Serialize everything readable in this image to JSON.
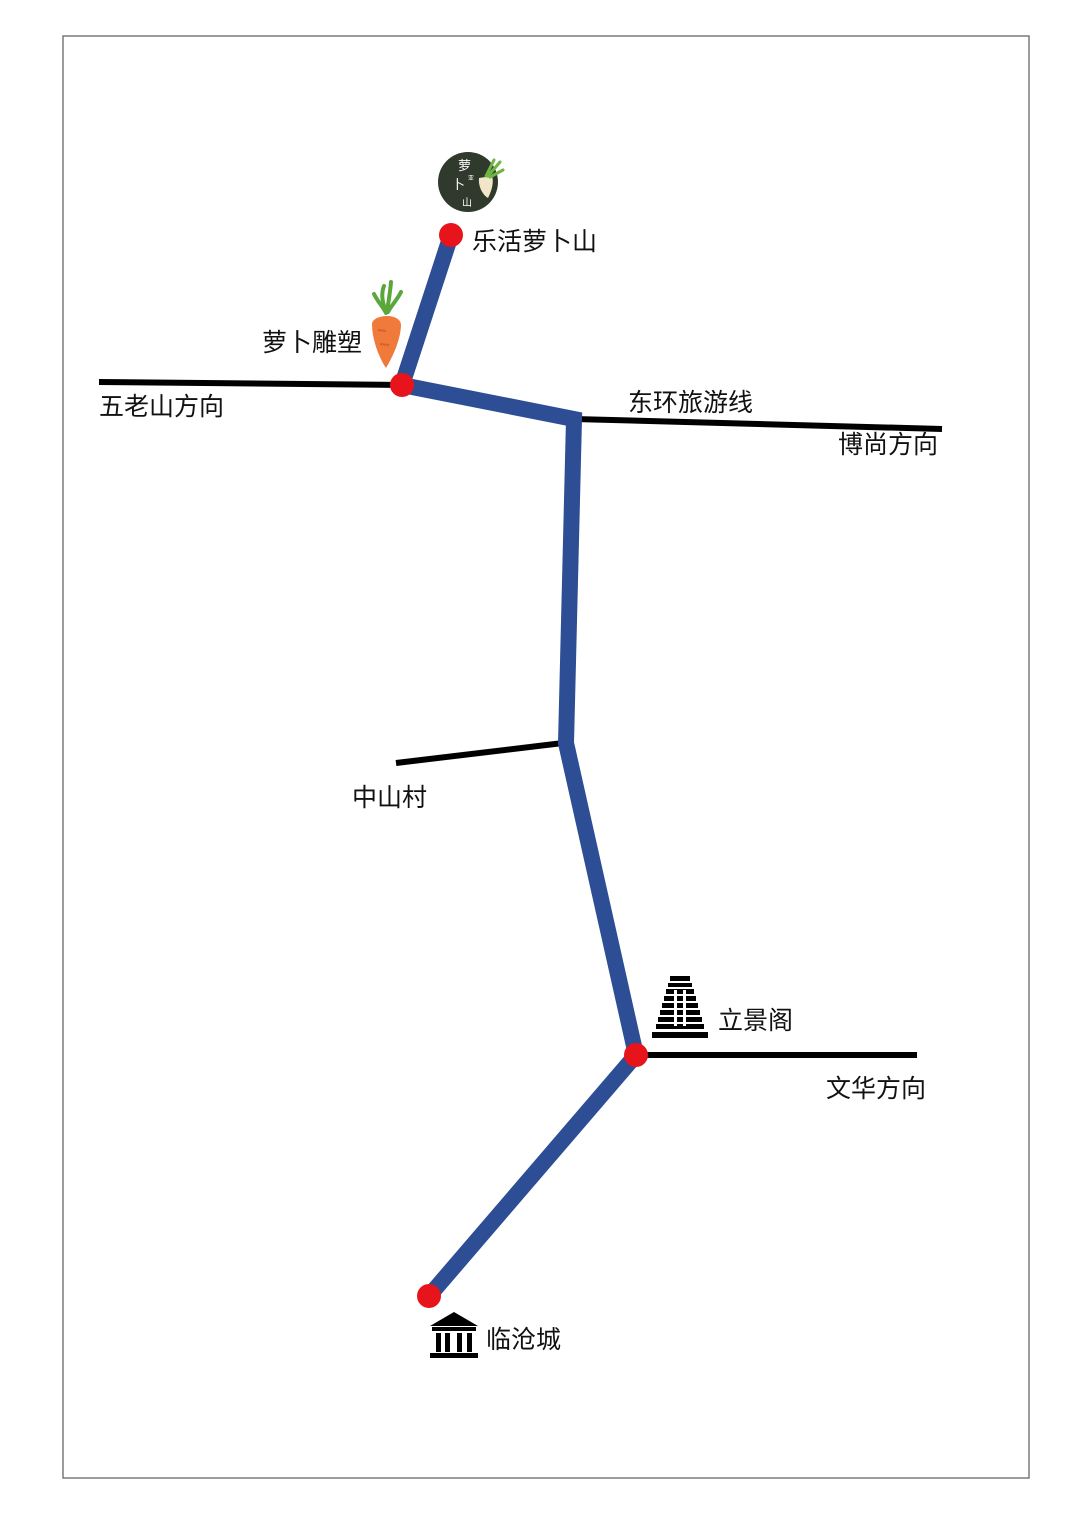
{
  "labels": {
    "lehuo_luobushan": "乐活萝卜山",
    "luobu_sculpture": "萝卜雕塑",
    "wulaoshan_direction": "五老山方向",
    "donghuan_tour_line": "东环旅游线",
    "boshang_direction": "博尚方向",
    "zhongshan_village": "中山村",
    "lijingge": "立景阁",
    "wenhua_direction": "文华方向",
    "lincang_city": "临沧城"
  },
  "logo": {
    "line1": "萝",
    "line2": "卜",
    "line3": "山",
    "small": "亚"
  },
  "colors": {
    "route": "#2d4e94",
    "stop": "#e8141b",
    "road": "#000000",
    "frame": "#7a7a7a",
    "logo_bg": "#2f3a2c",
    "carrot": "#f07a3c",
    "carrot_leaf": "#5aa83c"
  },
  "icons": {
    "logo": "luobushan-logo-icon",
    "carrot": "carrot-icon",
    "tower": "tower-icon",
    "museum": "museum-icon"
  }
}
